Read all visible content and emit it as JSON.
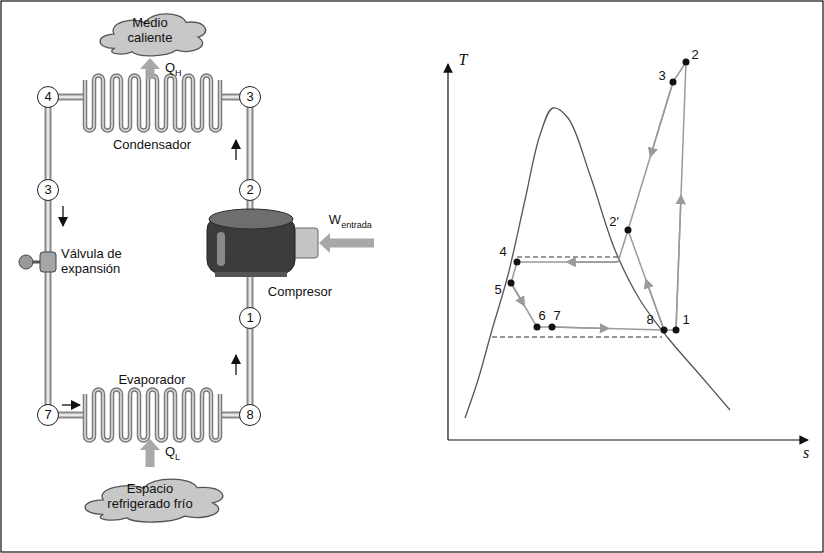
{
  "diagram": {
    "nodes": [
      {
        "text": [
          "Medio caliente"
        ]
      },
      {
        "text": [
          "4"
        ]
      },
      {
        "text": [
          "3"
        ]
      },
      {
        "text": [
          "3"
        ]
      },
      {
        "text": [
          "2"
        ]
      },
      {
        "text": [
          "1"
        ]
      },
      {
        "text": [
          "7"
        ]
      },
      {
        "text": [
          "8"
        ]
      },
      {
        "text": [
          "Espacio refrigerado frío"
        ]
      }
    ],
    "labels": [
      "Condensador",
      "Válvula de expansión",
      "Evaporador",
      "Compresor",
      "Q",
      "H",
      "W",
      "entrada",
      "Q",
      "L",
      "T",
      "s",
      "2",
      "3",
      "2′",
      "4",
      "5",
      "6",
      "7",
      "8",
      "1"
    ]
  }
}
